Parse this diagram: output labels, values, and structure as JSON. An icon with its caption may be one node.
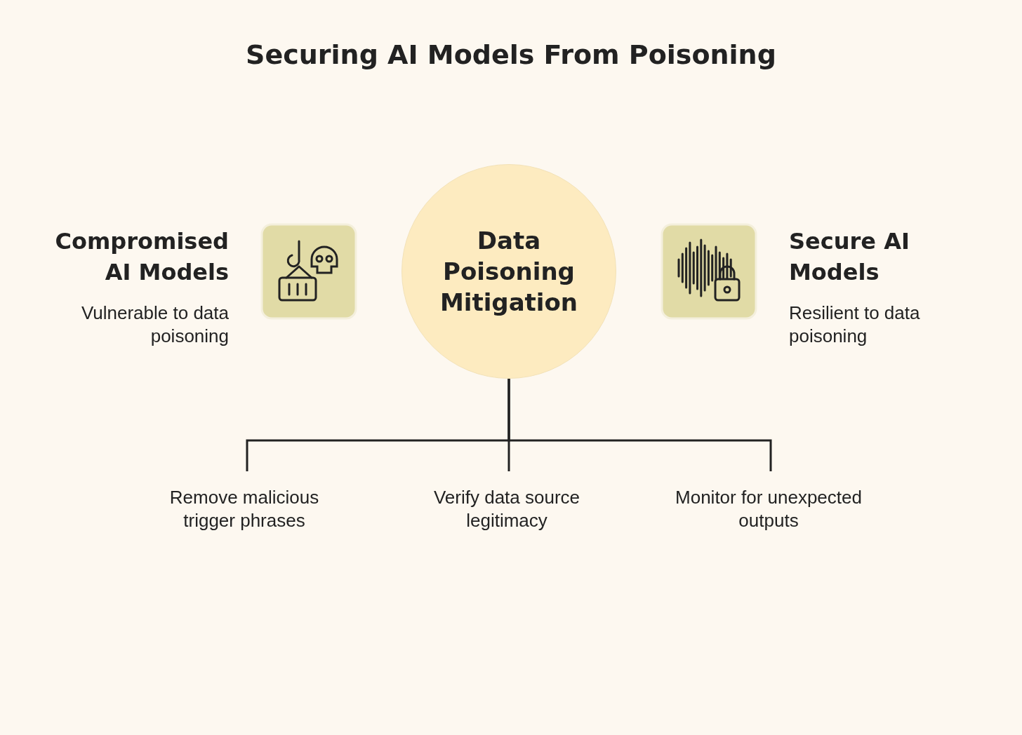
{
  "diagram": {
    "title": "Securing AI Models From Poisoning",
    "nodes": [
      {
        "text": [
          "Data Poisoning Mitigation"
        ]
      },
      {
        "text": [
          "Remove malicious trigger phrases"
        ]
      },
      {
        "text": [
          "Verify data source legitimacy"
        ]
      },
      {
        "text": [
          "Monitor for unexpected outputs"
        ]
      }
    ],
    "edges": [
      {
        "from": 0,
        "to": 1,
        "arrow": "none"
      },
      {
        "from": 0,
        "to": 2,
        "arrow": "none"
      },
      {
        "from": 0,
        "to": 3,
        "arrow": "none"
      }
    ],
    "labels": [
      "Compromised AI Models",
      "Vulnerable to data poisoning",
      "Secure AI Models",
      "Resilient to data poisoning"
    ]
  }
}
